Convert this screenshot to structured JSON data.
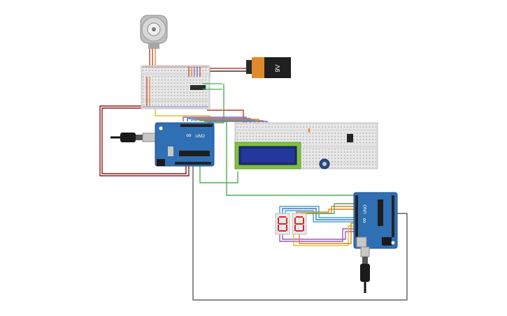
{
  "battery": {
    "label": "9V"
  },
  "arduino_main": {
    "brand": "UNO",
    "logo": "∞"
  },
  "arduino_secondary": {
    "brand": "UNO",
    "logo": "∞"
  },
  "colors": {
    "board": "#2f6fb3",
    "board_dark": "#1f4f86",
    "breadboard": "#e6e6e6",
    "breadboard_strip": "#d8d8d8",
    "wire_red": "#c0392b",
    "wire_darkred": "#8b1a1a",
    "wire_black": "#333333",
    "wire_green": "#4caf50",
    "wire_yellow": "#e0c020",
    "wire_orange": "#e67e22",
    "wire_blue": "#3b6fd6",
    "wire_purple": "#9b59b6",
    "wire_cyan": "#38a8c8",
    "lcd_screen": "#1c2b7a",
    "lcd_frame": "#7fbf3f",
    "segment_red": "#d9262b",
    "battery_orange": "#e08a2c"
  },
  "icons": {
    "servo": "motor-icon",
    "potentiometer": "potentiometer-icon",
    "usb_cable": "usb-cable-icon",
    "sensor": "sensor-icon"
  }
}
